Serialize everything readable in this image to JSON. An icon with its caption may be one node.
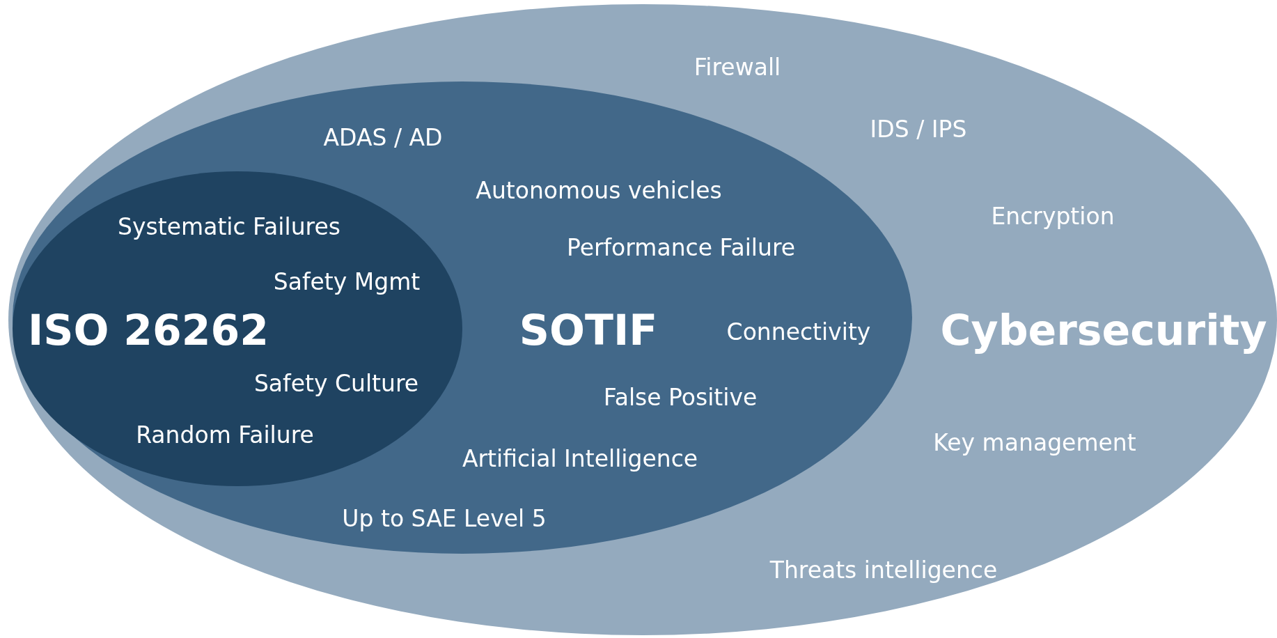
{
  "diagram": {
    "nodes": [
      {
        "text": [
          "Firewall",
          "IDS / IPS",
          "Encryption",
          "Cybersecurity",
          "Key management",
          "Threats intelligence"
        ]
      },
      {
        "text": [
          "ADAS / AD",
          "Autonomous vehicles",
          "Performance Failure",
          "SOTIF",
          "Connectivity",
          "False Positive",
          "Artificial Intelligence",
          "Up to SAE Level 5"
        ],
        "in": 0
      },
      {
        "text": [
          "Systematic Failures",
          "Safety Mgmt",
          "ISO 26262",
          "Safety Culture",
          "Random Failure"
        ],
        "in": 1
      }
    ]
  }
}
